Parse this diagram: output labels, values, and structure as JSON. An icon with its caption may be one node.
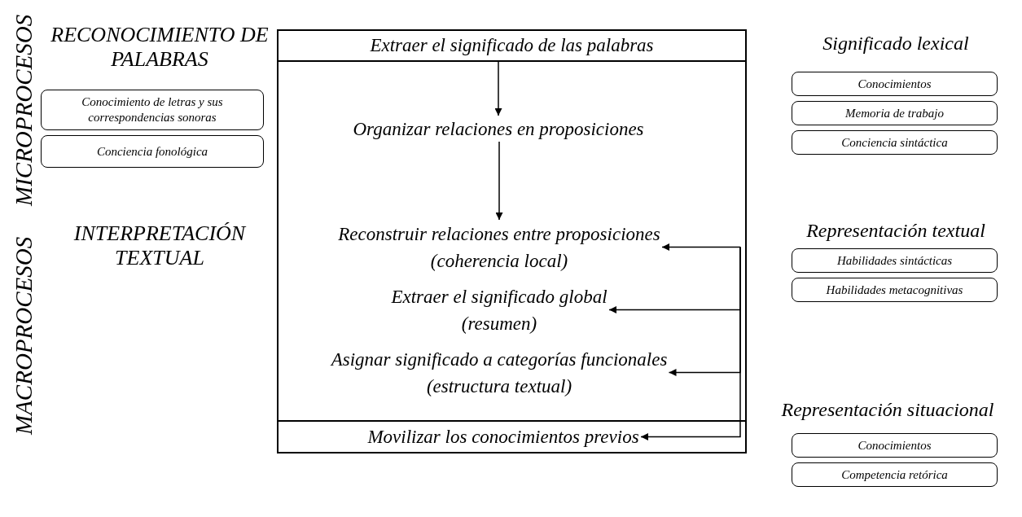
{
  "diagram": {
    "nodes": [
      {
        "text": [],
        "shape": "box"
      },
      {
        "text": [
          "Extraer el significado de las palabras"
        ],
        "in": 0
      },
      {
        "text": [
          "Organizar relaciones en proposiciones"
        ],
        "in": 0
      },
      {
        "text": [
          "Reconstruir relaciones entre proposiciones (coherencia local)"
        ],
        "in": 0
      },
      {
        "text": [
          "Extraer el significado global (resumen)"
        ],
        "in": 0
      },
      {
        "text": [
          "Asignar significado a categorías funcionales (estructura textual)"
        ],
        "in": 0
      },
      {
        "text": [
          "Movilizar los conocimientos previos"
        ],
        "in": 0
      },
      {
        "text": [
          "Conocimiento de letras y sus correspondencias sonoras"
        ]
      },
      {
        "text": [
          "Conciencia fonológica"
        ]
      },
      {
        "text": [
          "Conocimientos"
        ]
      },
      {
        "text": [
          "Memoria de trabajo"
        ]
      },
      {
        "text": [
          "Conciencia sintáctica"
        ]
      },
      {
        "text": [
          "Habilidades sintácticas"
        ]
      },
      {
        "text": [
          "Habilidades metacognitivas"
        ]
      },
      {
        "text": [
          "Conocimientos"
        ]
      },
      {
        "text": [
          "Competencia retórica"
        ]
      }
    ],
    "edges": [
      {
        "from": 1,
        "to": 2,
        "arrow": "to"
      },
      {
        "from": 2,
        "to": 3,
        "arrow": "to"
      },
      {
        "from": null,
        "to": 3,
        "arrow": "to"
      },
      {
        "from": null,
        "to": 4,
        "arrow": "to"
      },
      {
        "from": null,
        "to": 5,
        "arrow": "to"
      },
      {
        "from": null,
        "to": 6,
        "arrow": "to"
      }
    ],
    "labels": [
      "MICROPROCESOS",
      "MACROPROCESOS",
      "RECONOCIMIENTO DE PALABRAS",
      "Significado lexical",
      "INTERPRETACIÓN TEXTUAL",
      "Representación textual",
      "Representación situacional"
    ]
  }
}
